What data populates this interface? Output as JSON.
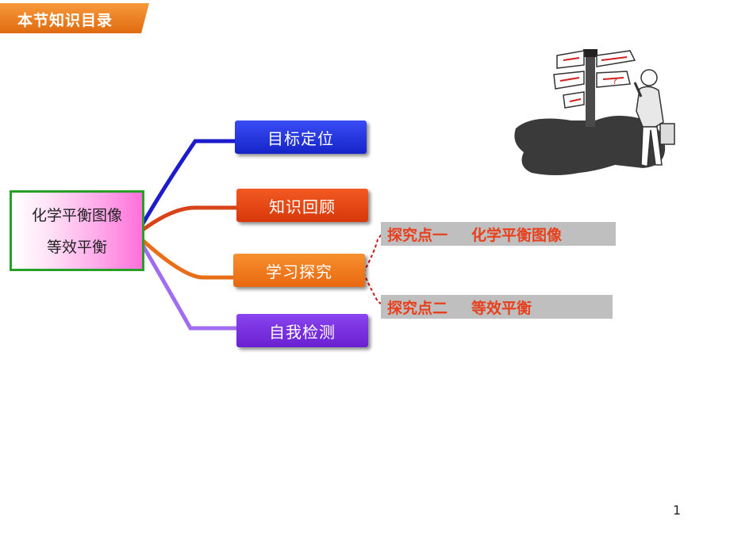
{
  "header": {
    "title": "本节知识目录",
    "color": "#ee7a1a"
  },
  "root": {
    "line1": "化学平衡图像",
    "line2": "等效平衡"
  },
  "branches": [
    {
      "label": "目标定位",
      "color": "#1a2fe0",
      "line_color": "#1c1ccc"
    },
    {
      "label": "知识回顾",
      "color": "#e8400e",
      "line_color": "#d8431a"
    },
    {
      "label": "学习探究",
      "color": "#f07818",
      "line_color": "#e86e1a"
    },
    {
      "label": "自我检测",
      "color": "#7a2fe0",
      "line_color": "#a06cf0"
    }
  ],
  "sub_items": [
    {
      "point": "探究点一",
      "topic": "化学平衡图像"
    },
    {
      "point": "探究点二",
      "topic": "等效平衡"
    }
  ],
  "clipart": "signpost-businessman-illustration",
  "page_number": "1"
}
